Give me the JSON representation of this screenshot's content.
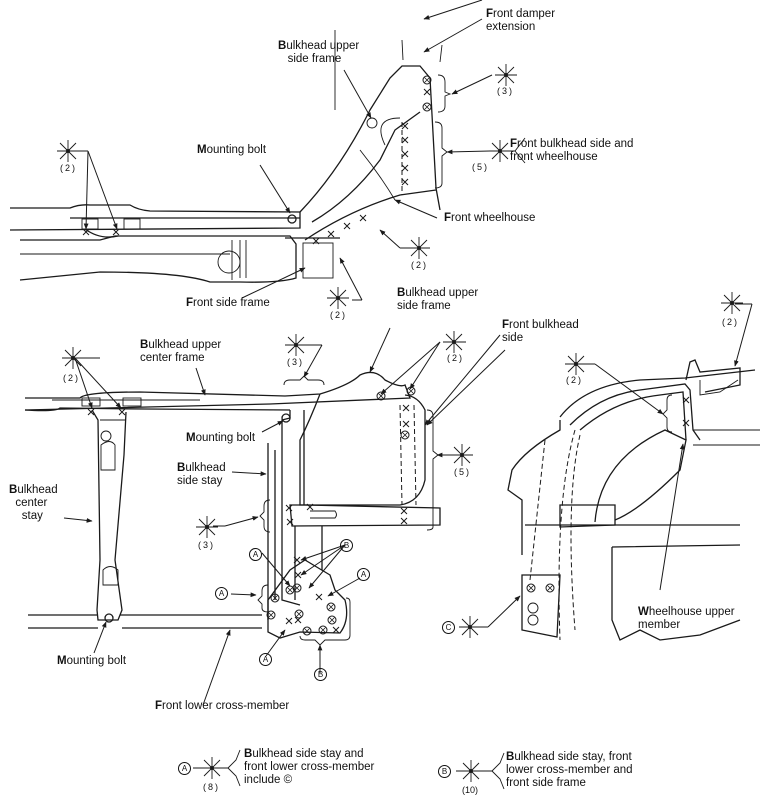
{
  "figure": {
    "top_view": {
      "labels": {
        "front_damper_extension": "Front damper\nextension",
        "bulkhead_upper_side_frame": "Bulkhead upper\n   side frame",
        "mounting_bolt": "Mounting bolt",
        "front_bulkhead_side_and_wheelhouse": "Front bulkhead side and\nfront wheelhouse",
        "front_wheelhouse": "Front wheelhouse",
        "front_side_frame": "Front side frame"
      },
      "weld_counts": {
        "left_pair": "(2)",
        "damper": "(3)",
        "bulkhead_side": "(5)",
        "wheelhouse_lower": "(2)",
        "side_frame": "(2)"
      }
    },
    "front_view": {
      "labels": {
        "bulkhead_upper_side_frame": "Bulkhead upper\nside frame",
        "bulkhead_upper_center_frame": "Bulkhead upper\ncenter frame",
        "mounting_bolt_upper": "Mounting bolt",
        "bulkhead_side_stay": "Bulkhead\nside stay",
        "bulkhead_center_stay": "Bulkhead\n  center\n    stay",
        "mounting_bolt_lower": "Mounting bolt",
        "front_lower_cross_member": "Front lower cross-member"
      },
      "weld_counts": {
        "center_stay_top": "(2)",
        "upper_center": "(3)",
        "upper_side": "(2)",
        "bulkhead_side": "(5)",
        "side_stay": "(3)"
      },
      "markers": {
        "a": "A",
        "b": "B"
      }
    },
    "side_view": {
      "labels": {
        "front_bulkhead_side": "Front bulkhead\nside",
        "wheelhouse_upper_member": "Wheelhouse upper\nmember"
      },
      "weld_counts": {
        "upper_left": "(2)",
        "upper_right": "(2)"
      },
      "markers": {
        "c": "C"
      }
    },
    "legend": [
      {
        "marker": "A",
        "count": "(8)",
        "text": "Bulkhead side stay and\nfront lower cross-member\ninclude ©"
      },
      {
        "marker": "B",
        "count": "(10)",
        "text": "Bulkhead side stay, front\nlower cross-member and\nfront side frame"
      }
    ]
  }
}
